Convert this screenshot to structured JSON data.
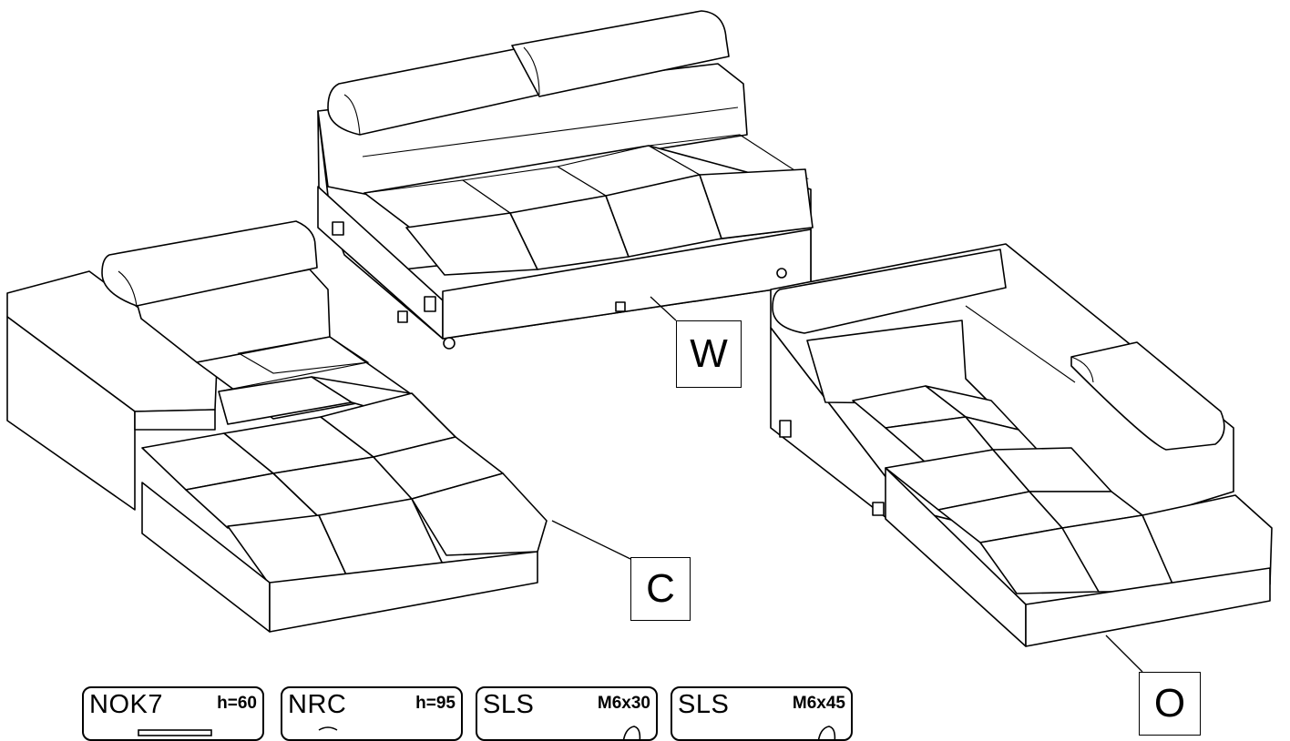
{
  "labels": {
    "w": "W",
    "c": "C",
    "o": "O"
  },
  "parts": [
    {
      "name": "NOK7",
      "spec": "h=60"
    },
    {
      "name": "NRC",
      "spec": "h=95"
    },
    {
      "name": "SLS",
      "spec": "M6x30"
    },
    {
      "name": "SLS",
      "spec": "M6x45"
    }
  ]
}
